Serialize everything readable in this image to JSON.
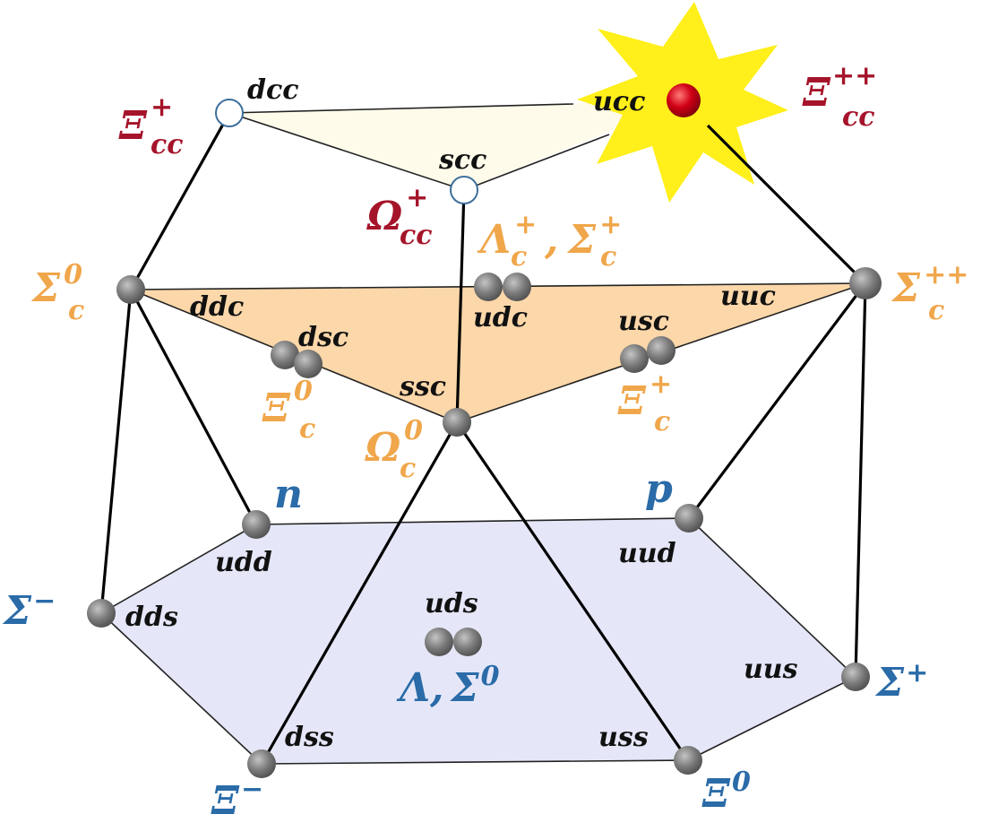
{
  "colors": {
    "doubly_charmed": "#a5142a",
    "charmed": "#f0a64a",
    "light": "#2a6ba8",
    "light_plane": "#e5e7f8",
    "charm_plane": "#fcd7a9",
    "top_plane": "#fefbea",
    "node": "#7b7b7b",
    "star": "#ffef1a",
    "red_ball": "#d10015"
  },
  "icons": {
    "star": "starburst-icon",
    "red": "red-ball-icon",
    "open": "open-circle-icon",
    "filled": "gray-ball-icon"
  },
  "top_layer": {
    "ucc": {
      "quarks": "ucc",
      "symbol": "Ξ",
      "sup": "++",
      "sub": "cc"
    },
    "dcc": {
      "quarks": "dcc",
      "symbol": "Ξ",
      "sup": "+",
      "sub": "cc"
    },
    "scc": {
      "quarks": "scc",
      "symbol": "Ω",
      "sup": "+",
      "sub": "cc"
    }
  },
  "middle_layer": {
    "ddc": {
      "quarks": "ddc",
      "symbol": "Σ",
      "sup": "0",
      "sub": "c"
    },
    "uuc": {
      "quarks": "uuc",
      "symbol": "Σ",
      "sup": "++",
      "sub": "c"
    },
    "udc": {
      "quarks": "udc",
      "symbol1": "Λ",
      "sup1": "+",
      "sub1": "c",
      "sep": ",",
      "symbol2": "Σ",
      "sup2": "+",
      "sub2": "c"
    },
    "dsc": {
      "quarks": "dsc",
      "symbol": "Ξ",
      "sup": "0",
      "sub": "c"
    },
    "usc": {
      "quarks": "usc",
      "symbol": "Ξ",
      "sup": "+",
      "sub": "c"
    },
    "ssc": {
      "quarks": "ssc",
      "symbol": "Ω",
      "sup": "0",
      "sub": "c"
    }
  },
  "bottom_layer": {
    "udd": {
      "quarks": "udd",
      "symbol": "n"
    },
    "uud": {
      "quarks": "uud",
      "symbol": "p"
    },
    "dds": {
      "quarks": "dds",
      "symbol": "Σ",
      "sup": "−"
    },
    "uus": {
      "quarks": "uus",
      "symbol": "Σ",
      "sup": "+"
    },
    "uds": {
      "quarks": "uds",
      "symbol1": "Λ",
      "sep": ",",
      "symbol2": "Σ",
      "sup2": "0"
    },
    "dss": {
      "quarks": "dss",
      "symbol": "Ξ",
      "sup": "−"
    },
    "uss": {
      "quarks": "uss",
      "symbol": "Ξ",
      "sup": "0"
    }
  }
}
